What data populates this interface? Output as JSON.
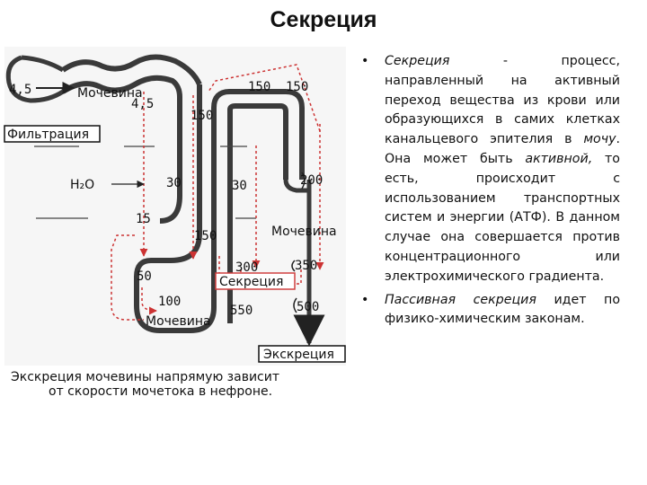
{
  "title": "Секреция",
  "diagram": {
    "filtration_label": "Фильтрация",
    "secretion_label": "Секреция",
    "excretion_label": "Экскреция",
    "urea_labels": [
      "Мочевина",
      "Мочевина",
      "Мочевина"
    ],
    "water_label": "H₂O",
    "values": [
      "4,5",
      "4,5",
      "150",
      "150",
      "150",
      "30",
      "30",
      "200",
      "15",
      "150",
      "50",
      "300",
      "350",
      "100",
      "550",
      "500"
    ],
    "caption_line1": "Экскреция мочевины напрямую зависит",
    "caption_line2": "от скорости мочетока в нефроне.",
    "colors": {
      "tubule": "#3a3a3a",
      "flow_arrows": "#cc3333",
      "secretion_box": "#d04040"
    }
  },
  "text": {
    "bullet1": {
      "term": "Секреция",
      "part1": " - процесс, направленный на активный переход вещества из крови или образующихся в самих клетках канальцевого эпителия в ",
      "urine": "мочу",
      "part2": ". Она может быть ",
      "active": "активной,",
      "part3": " то есть, происходит с использованием транспортных систем и энергии (АТФ). В данном случае она совершается против концентрационного или электрохимического градиента."
    },
    "bullet2": {
      "term": "Пассивная секреция",
      "rest": " идет по физико-химическим законам."
    }
  }
}
